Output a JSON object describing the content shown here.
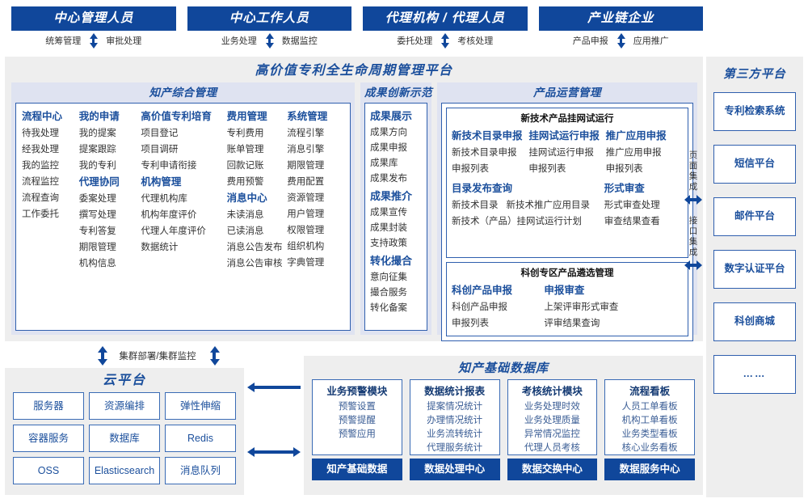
{
  "roles": [
    {
      "title": "中心管理人员",
      "left": "统筹管理",
      "right": "审批处理"
    },
    {
      "title": "中心工作人员",
      "left": "业务处理",
      "right": "数据监控"
    },
    {
      "title": "代理机构 / 代理人员",
      "left": "委托处理",
      "right": "考核处理"
    },
    {
      "title": "产业链企业",
      "left": "产品申报",
      "right": "应用推广"
    }
  ],
  "platform": {
    "title": "高价值专利全生命周期管理平台",
    "groups": {
      "zhichan": {
        "title": "知产综合管理",
        "columns": [
          {
            "blocks": [
              {
                "head": "流程中心",
                "items": [
                  "待我处理",
                  "经我处理",
                  "我的监控",
                  "流程监控",
                  "流程查询",
                  "工作委托"
                ]
              }
            ]
          },
          {
            "blocks": [
              {
                "head": "我的申请",
                "items": [
                  "我的提案",
                  "提案跟踪",
                  "我的专利"
                ]
              },
              {
                "head": "代理协同",
                "items": [
                  "委案处理",
                  "撰写处理",
                  "专利答复",
                  "期限管理",
                  "机构信息"
                ]
              }
            ]
          },
          {
            "blocks": [
              {
                "head": "高价值专利培育",
                "items": [
                  "项目登记",
                  "项目调研",
                  "专利申请衔接"
                ]
              },
              {
                "head": "机构管理",
                "items": [
                  "代理机构库",
                  "机构年度评价",
                  "代理人年度评价",
                  "数据统计"
                ]
              }
            ]
          },
          {
            "blocks": [
              {
                "head": "费用管理",
                "items": [
                  "专利费用",
                  "账单管理",
                  "回款记账",
                  "费用预警"
                ]
              },
              {
                "head": "消息中心",
                "items": [
                  "未读消息",
                  "已读消息",
                  "消息公告发布",
                  "消息公告审核"
                ]
              }
            ]
          },
          {
            "blocks": [
              {
                "head": "系统管理",
                "items": [
                  "流程引擎",
                  "消息引擎",
                  "期限管理",
                  "费用配置",
                  "资源管理",
                  "用户管理",
                  "权限管理",
                  "组织机构",
                  "字典管理"
                ]
              }
            ]
          }
        ]
      },
      "chengguo": {
        "title": "成果创新示范",
        "blocks": [
          {
            "head": "成果展示",
            "items": [
              "成果方向",
              "成果申报",
              "成果库",
              "成果发布"
            ]
          },
          {
            "head": "成果推介",
            "items": [
              "成果宣传",
              "成果封装",
              "支持政策"
            ]
          },
          {
            "head": "转化撮合",
            "items": [
              "意向征集",
              "撮合服务",
              "转化备案"
            ]
          }
        ]
      },
      "chanpin": {
        "title": "产品运营管理",
        "subboxes": [
          {
            "title": "新技术产品挂网试运行",
            "row1": [
              {
                "head": "新技术目录申报",
                "items": [
                  "新技术目录申报",
                  "申报列表"
                ]
              },
              {
                "head": "挂网试运行申报",
                "items": [
                  "挂网试运行申报",
                  "申报列表"
                ]
              },
              {
                "head": "推广应用申报",
                "items": [
                  "推广应用申报",
                  "申报列表"
                ]
              }
            ],
            "row2": [
              {
                "head": "目录发布查询",
                "pair": [
                  "新技术目录",
                  "新技术推广应用目录"
                ],
                "items": [
                  "新技术（产品）挂网试运行计划"
                ]
              },
              {
                "head": "形式审查",
                "items": [
                  "形式审查处理",
                  "审查结果查看"
                ]
              }
            ]
          },
          {
            "title": "科创专区产品遴选管理",
            "row1": [
              {
                "head": "科创产品申报",
                "items": [
                  "科创产品申报",
                  "申报列表"
                ]
              },
              {
                "head": "申报审查",
                "items": [
                  "上架评审形式审查",
                  "评审结果查询"
                ]
              }
            ]
          }
        ]
      }
    }
  },
  "integration": [
    {
      "label": "页面集成"
    },
    {
      "label": "接口集成"
    }
  ],
  "third_party": {
    "title": "第三方平台",
    "items": [
      "专利检索系统",
      "短信平台",
      "邮件平台",
      "数字认证平台",
      "科创商城",
      "……"
    ]
  },
  "cluster": {
    "label": "集群部署/集群监控"
  },
  "cloud": {
    "title": "云平台",
    "cells": [
      "服务器",
      "资源编排",
      "弹性伸缩",
      "容器服务",
      "数据库",
      "Redis",
      "OSS",
      "Elasticsearch",
      "消息队列"
    ]
  },
  "database": {
    "title": "知产基础数据库",
    "columns": [
      {
        "head": "业务预警模块",
        "items": [
          "预警设置",
          "预警提醒",
          "预警应用"
        ],
        "foot": "知产基础数据"
      },
      {
        "head": "数据统计报表",
        "items": [
          "提案情况统计",
          "办理情况统计",
          "业务流转统计",
          "代理服务统计"
        ],
        "foot": "数据处理中心"
      },
      {
        "head": "考核统计模块",
        "items": [
          "业务处理时效",
          "业务处理质量",
          "异常情况监控",
          "代理人员考核"
        ],
        "foot": "数据交换中心"
      },
      {
        "head": "流程看板",
        "items": [
          "人员工单看板",
          "机构工单看板",
          "业务类型看板",
          "核心业务看板"
        ],
        "foot": "数据服务中心"
      }
    ]
  },
  "colors": {
    "brand_blue": "#10479b",
    "accent_blue": "#1b4f9c",
    "panel_gray": "#eeeeee",
    "group_lavender": "#dfe3f1",
    "border_blue": "#2f5fae"
  }
}
